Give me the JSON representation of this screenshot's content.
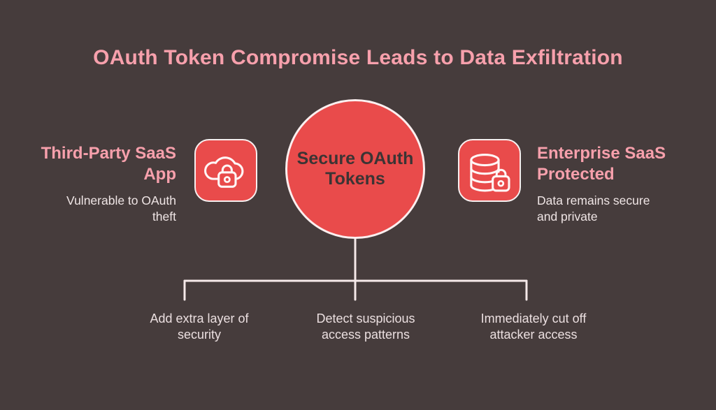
{
  "title": "OAuth Token Compromise Leads to Data Exfiltration",
  "center_node": {
    "label": "Secure OAuth Tokens",
    "label_lines": [
      "Secure OAuth",
      "Tokens"
    ]
  },
  "left_node": {
    "heading": "Third-Party SaaS App",
    "heading_lines": [
      "Third-Party SaaS",
      "App"
    ],
    "description": "Vulnerable to OAuth theft",
    "description_lines": [
      "Vulnerable to OAuth",
      "theft"
    ],
    "icon": "cloud-lock-icon"
  },
  "right_node": {
    "heading": "Enterprise SaaS Protected",
    "heading_lines": [
      "Enterprise SaaS",
      "Protected"
    ],
    "description": "Data remains secure and private",
    "description_lines": [
      "Data remains secure",
      "and private"
    ],
    "icon": "database-lock-icon"
  },
  "branches": [
    {
      "label": "Add extra layer of security",
      "label_lines": [
        "Add extra layer of",
        "security"
      ]
    },
    {
      "label": "Detect suspicious access patterns",
      "label_lines": [
        "Detect suspicious",
        "access patterns"
      ]
    },
    {
      "label": "Immediately cut off attacker access",
      "label_lines": [
        "Immediately cut off",
        "attacker access"
      ]
    }
  ],
  "colors": {
    "background": "#463C3C",
    "accent_red": "#E94B4B",
    "heading_pink": "#F7A0AC",
    "light_text": "#EFE5E5",
    "dark_text": "#3B3434",
    "connector_line": "#F5E9E9",
    "icon_stroke": "#FFF6F6"
  }
}
